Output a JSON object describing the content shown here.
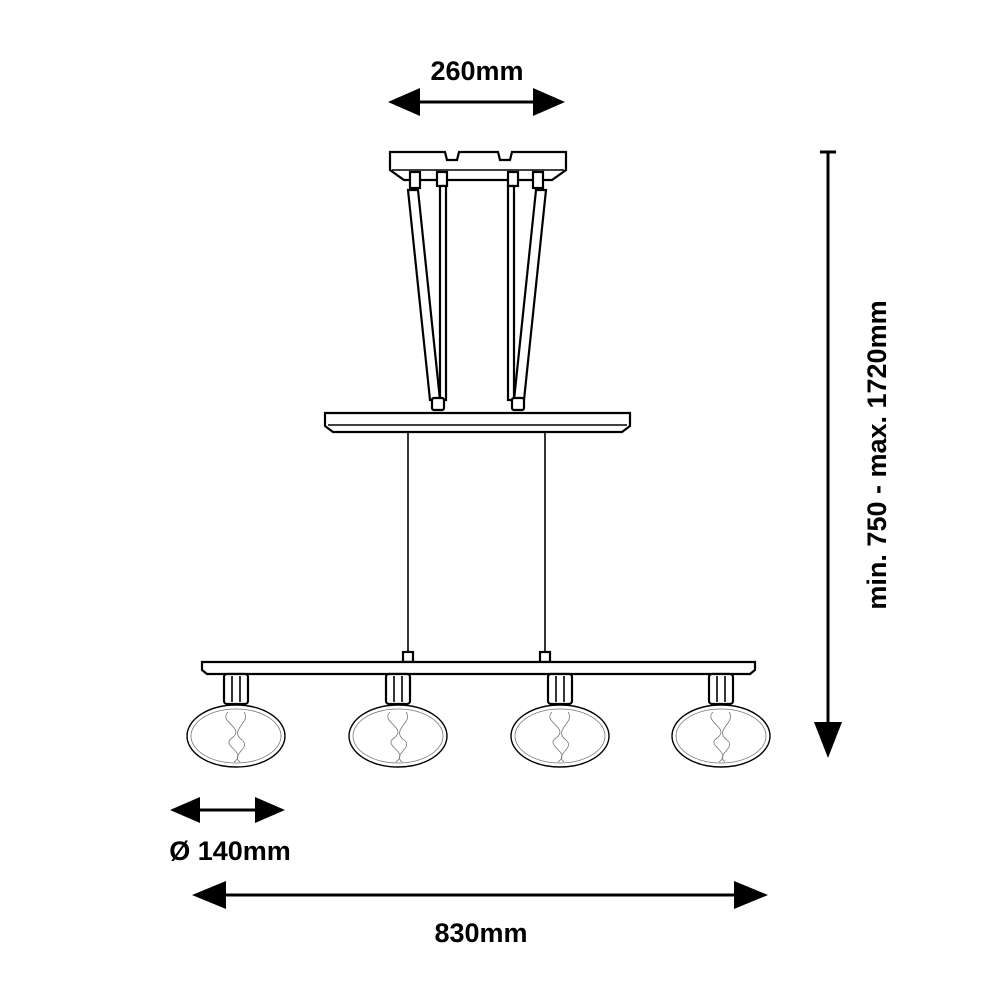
{
  "dimensions": {
    "canopy_width": "260mm",
    "height_range": "min. 750 - max. 1720mm",
    "shade_diameter": "Ø 140mm",
    "overall_width": "830mm"
  },
  "shade_count": 4
}
